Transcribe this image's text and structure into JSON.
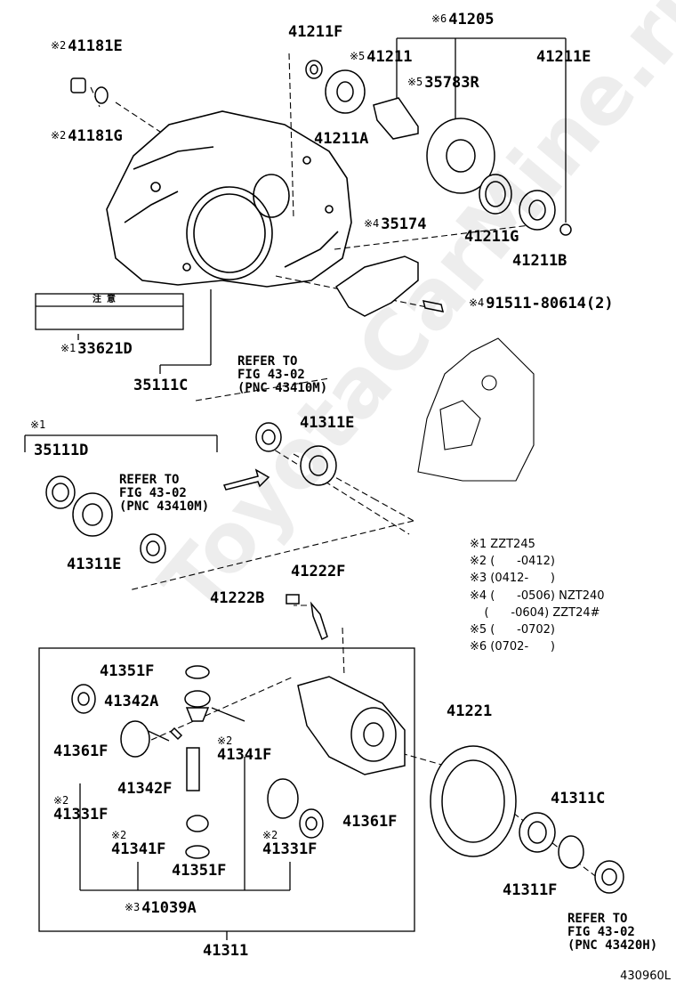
{
  "watermark": "ToyotaCarMine.ru",
  "diagram_code": "430960L",
  "ref_fig_upper": {
    "line1": "REFER TO",
    "line2": "FIG 43-02",
    "line3": "(PNC 43410M)"
  },
  "ref_fig_left": {
    "line1": "REFER TO",
    "line2": "FIG 43-02",
    "line3": "(PNC 43410M)"
  },
  "ref_fig_bottom": {
    "line1": "REFER TO",
    "line2": "FIG 43-02",
    "line3": "(PNC 43420H)"
  },
  "plate_text": "注 意",
  "legend": [
    "※1 ZZT245",
    "※2 (      -0412)",
    "※3 (0412-      )",
    "※4 (      -0506) NZT240",
    "    (      -0604) ZZT24#",
    "※5 (      -0702)",
    "※6 (0702-      )"
  ],
  "parts": {
    "p41181E": {
      "mark": "※2",
      "code": "41181E"
    },
    "p41181G": {
      "mark": "※2",
      "code": "41181G"
    },
    "p41211F": {
      "mark": "",
      "code": "41211F"
    },
    "p41211A": {
      "mark": "",
      "code": "41211A"
    },
    "p41205": {
      "mark": "※6",
      "code": "41205"
    },
    "p41211": {
      "mark": "※5",
      "code": "41211"
    },
    "p35783R": {
      "mark": "※5",
      "code": "35783R"
    },
    "p41211E": {
      "mark": "",
      "code": "41211E"
    },
    "p41211G": {
      "mark": "",
      "code": "41211G"
    },
    "p41211B": {
      "mark": "",
      "code": "41211B"
    },
    "p35174": {
      "mark": "※4",
      "code": "35174"
    },
    "p91511": {
      "mark": "※4",
      "code": "91511-80614(2)"
    },
    "p33621D": {
      "mark": "※1",
      "code": "33621D"
    },
    "p35111C": {
      "mark": "",
      "code": "35111C"
    },
    "p41311E_r": {
      "mark": "",
      "code": "41311E"
    },
    "p35111D_mark": {
      "mark": "※1",
      "code": ""
    },
    "p35111D": {
      "mark": "",
      "code": "35111D"
    },
    "p41311E_l": {
      "mark": "",
      "code": "41311E"
    },
    "p41222F": {
      "mark": "",
      "code": "41222F"
    },
    "p41222B": {
      "mark": "",
      "code": "41222B"
    },
    "p41351F_t": {
      "mark": "",
      "code": "41351F"
    },
    "p41342A": {
      "mark": "",
      "code": "41342A"
    },
    "p41361F_l": {
      "mark": "",
      "code": "41361F"
    },
    "p41341F_t": {
      "mark": "※2",
      "code": "41341F"
    },
    "p41342F": {
      "mark": "",
      "code": "41342F"
    },
    "p41331F_l": {
      "mark": "※2",
      "code": "41331F"
    },
    "p41341F_b": {
      "mark": "※2",
      "code": "41341F"
    },
    "p41351F_b": {
      "mark": "",
      "code": "41351F"
    },
    "p41361F_r": {
      "mark": "",
      "code": "41361F"
    },
    "p41331F_r": {
      "mark": "※2",
      "code": "41331F"
    },
    "p41039A": {
      "mark": "※3",
      "code": "41039A"
    },
    "p41311": {
      "mark": "",
      "code": "41311"
    },
    "p41221": {
      "mark": "",
      "code": "41221"
    },
    "p41311C": {
      "mark": "",
      "code": "41311C"
    },
    "p41311F": {
      "mark": "",
      "code": "41311F"
    }
  }
}
